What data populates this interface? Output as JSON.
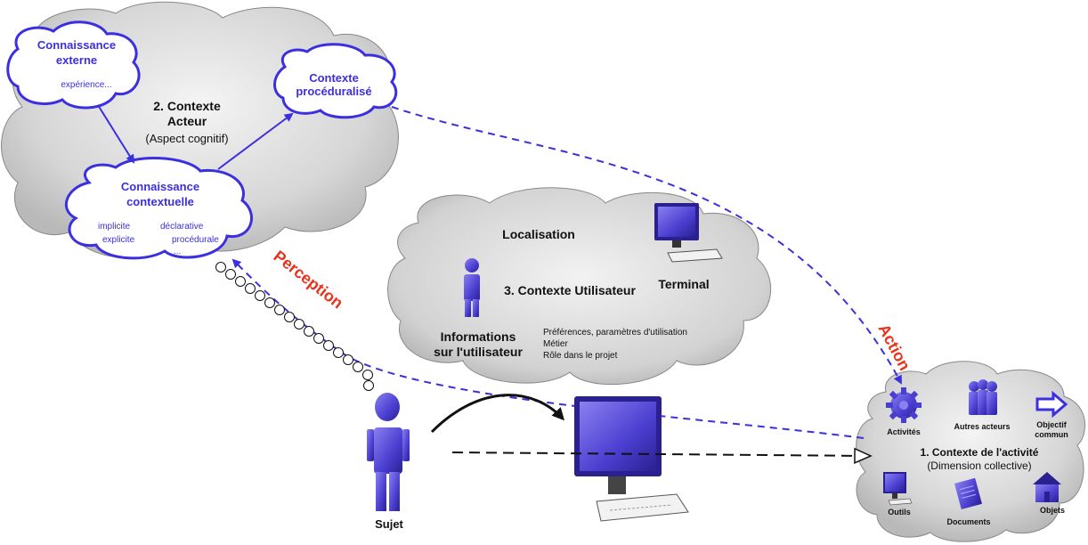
{
  "colors": {
    "accent_blue": "#3b2fe0",
    "action_red": "#e8321c",
    "cloud_gray": "#d4d4d4",
    "object_purple": "#5b4fd6"
  },
  "actor_context": {
    "title_line1": "2. Contexte",
    "title_line2": "Acteur",
    "subtitle": "(Aspect cognitif)",
    "external": {
      "line1": "Connaissance",
      "line2": "externe",
      "detail": "expérience..."
    },
    "proceduralized": {
      "line1": "Contexte",
      "line2": "procéduralisé"
    },
    "contextual": {
      "line1": "Connaissance",
      "line2": "contextuelle",
      "items": [
        "implicite",
        "déclarative",
        "explicite",
        "procédurale",
        "..."
      ]
    }
  },
  "user_context": {
    "title": "3. Contexte Utilisateur",
    "localisation": "Localisation",
    "terminal": "Terminal",
    "user_info_line1": "Informations",
    "user_info_line2": "sur l'utilisateur",
    "details": [
      "Préférences, paramètres d'utilisation",
      "Métier",
      "Rôle dans le projet"
    ]
  },
  "activity_context": {
    "title": "1. Contexte de l'activité",
    "subtitle": "(Dimension collective)",
    "items": {
      "activites": "Activités",
      "autres_acteurs": "Autres acteurs",
      "objectif_line1": "Objectif",
      "objectif_line2": "commun",
      "outils": "Outils",
      "documents": "Documents",
      "objets": "Objets"
    }
  },
  "labels": {
    "perception": "Perception",
    "action": "Action",
    "sujet": "Sujet"
  },
  "icons": [
    "person-icon",
    "computer-icon",
    "gear-icon",
    "group-icon",
    "arrow-icon",
    "monitor-icon",
    "document-icon",
    "house-icon"
  ]
}
